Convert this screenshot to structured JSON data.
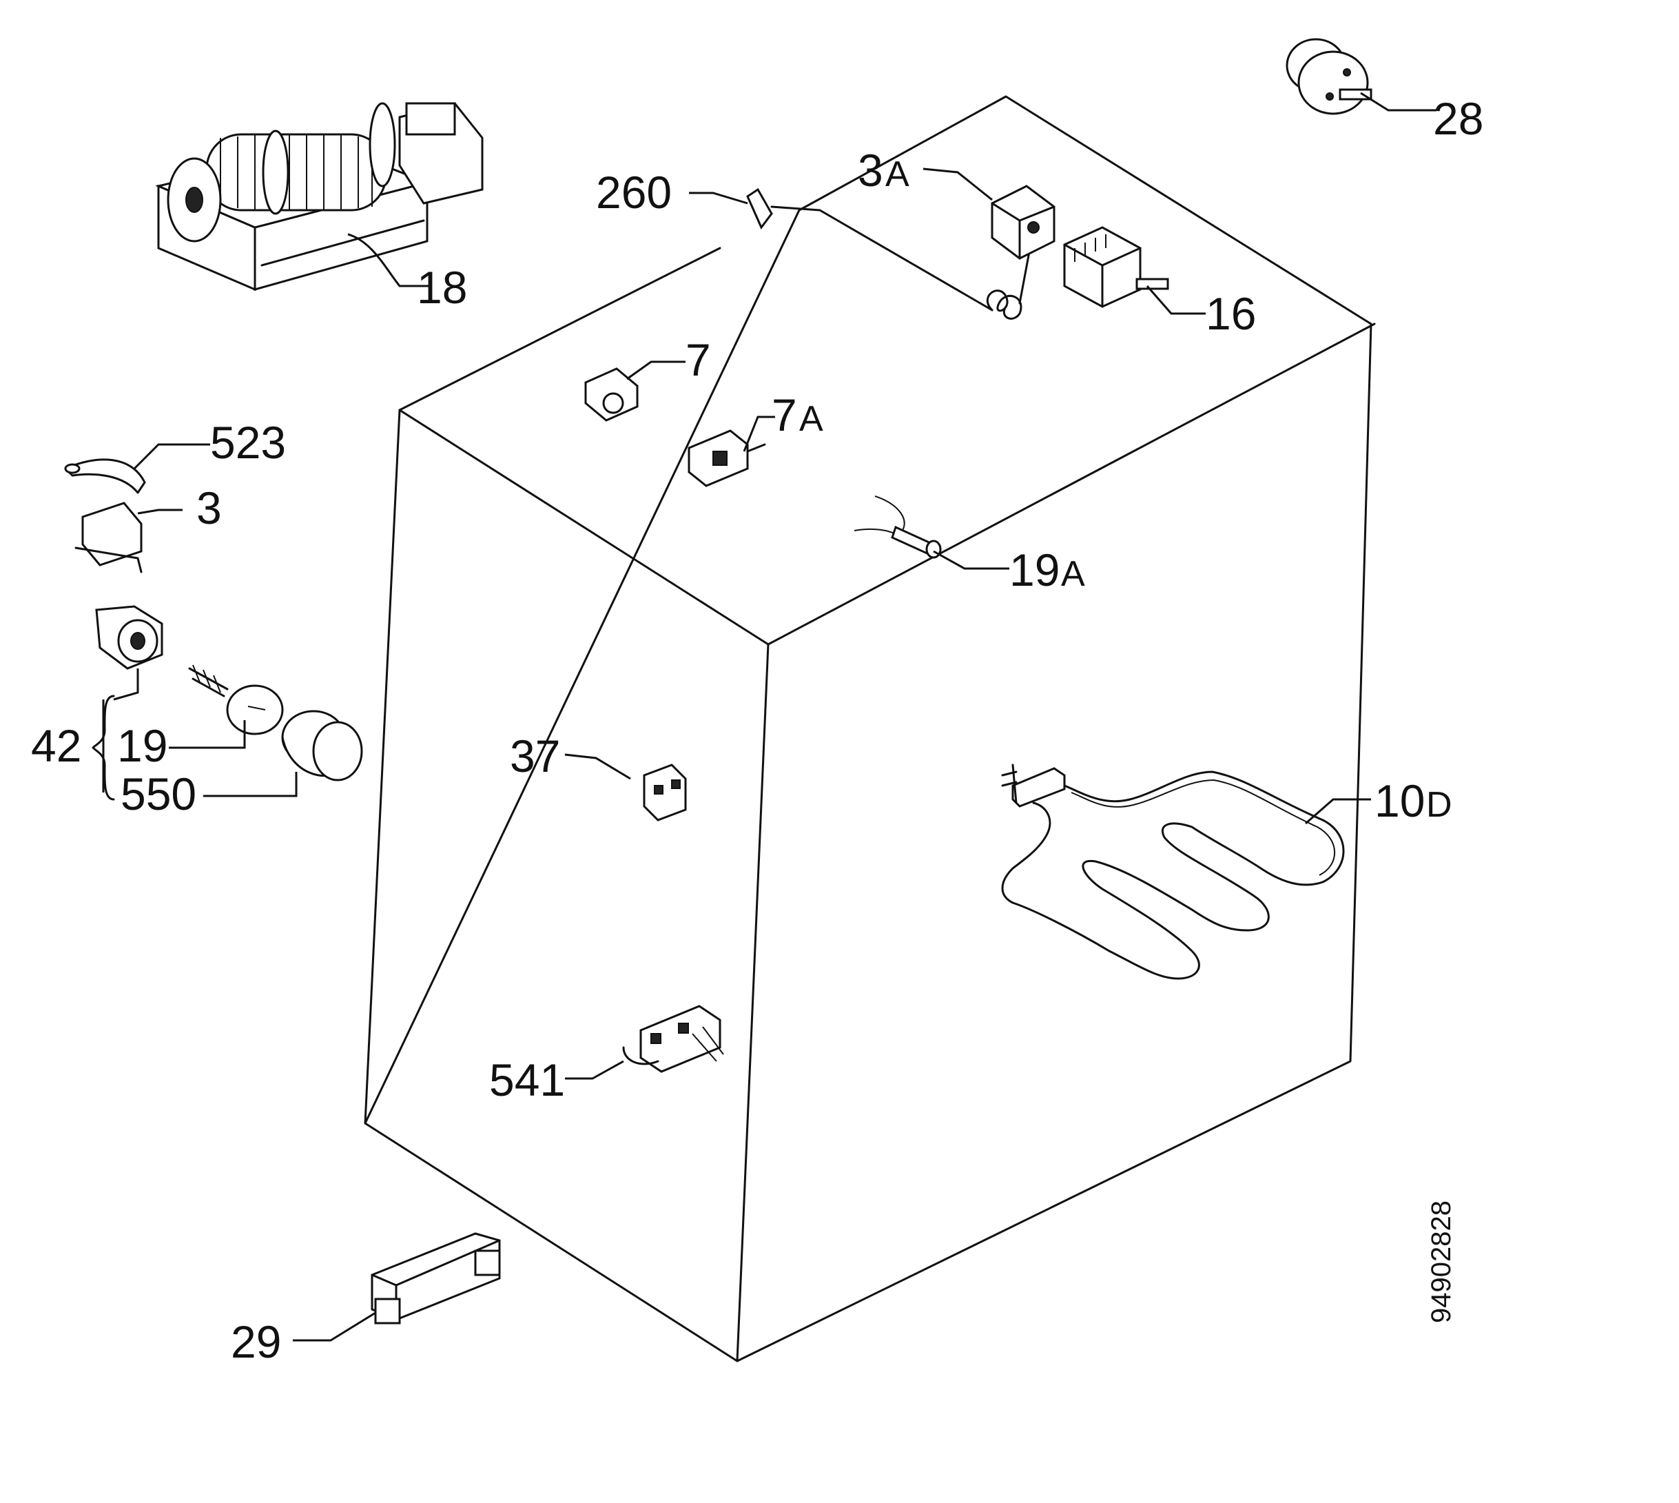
{
  "diagram": {
    "document_number": "94902828",
    "parts": [
      {
        "id": "18",
        "label": "18",
        "name": "tangential-fan"
      },
      {
        "id": "28",
        "label": "28",
        "name": "knob"
      },
      {
        "id": "260",
        "label": "260",
        "name": "thermostat-probe"
      },
      {
        "id": "3A",
        "label": "3",
        "suffix": "A",
        "name": "thermostat"
      },
      {
        "id": "16",
        "label": "16",
        "name": "selector-switch"
      },
      {
        "id": "7",
        "label": "7",
        "name": "door-switch"
      },
      {
        "id": "7A",
        "label": "7",
        "suffix": "A",
        "name": "switch"
      },
      {
        "id": "523",
        "label": "523",
        "name": "clip"
      },
      {
        "id": "3",
        "label": "3",
        "name": "thermal-cutout"
      },
      {
        "id": "19A",
        "label": "19",
        "suffix": "A",
        "name": "indicator-lamp"
      },
      {
        "id": "42",
        "label": "42",
        "name": "lamp-assembly"
      },
      {
        "id": "19",
        "label": "19",
        "name": "lamp-bulb"
      },
      {
        "id": "550",
        "label": "550",
        "name": "lamp-cover"
      },
      {
        "id": "37",
        "label": "37",
        "name": "terminal-block"
      },
      {
        "id": "10D",
        "label": "10",
        "suffix": "D",
        "name": "grill-element"
      },
      {
        "id": "541",
        "label": "541",
        "name": "terminal-connector"
      },
      {
        "id": "29",
        "label": "29",
        "name": "bracket"
      }
    ]
  }
}
